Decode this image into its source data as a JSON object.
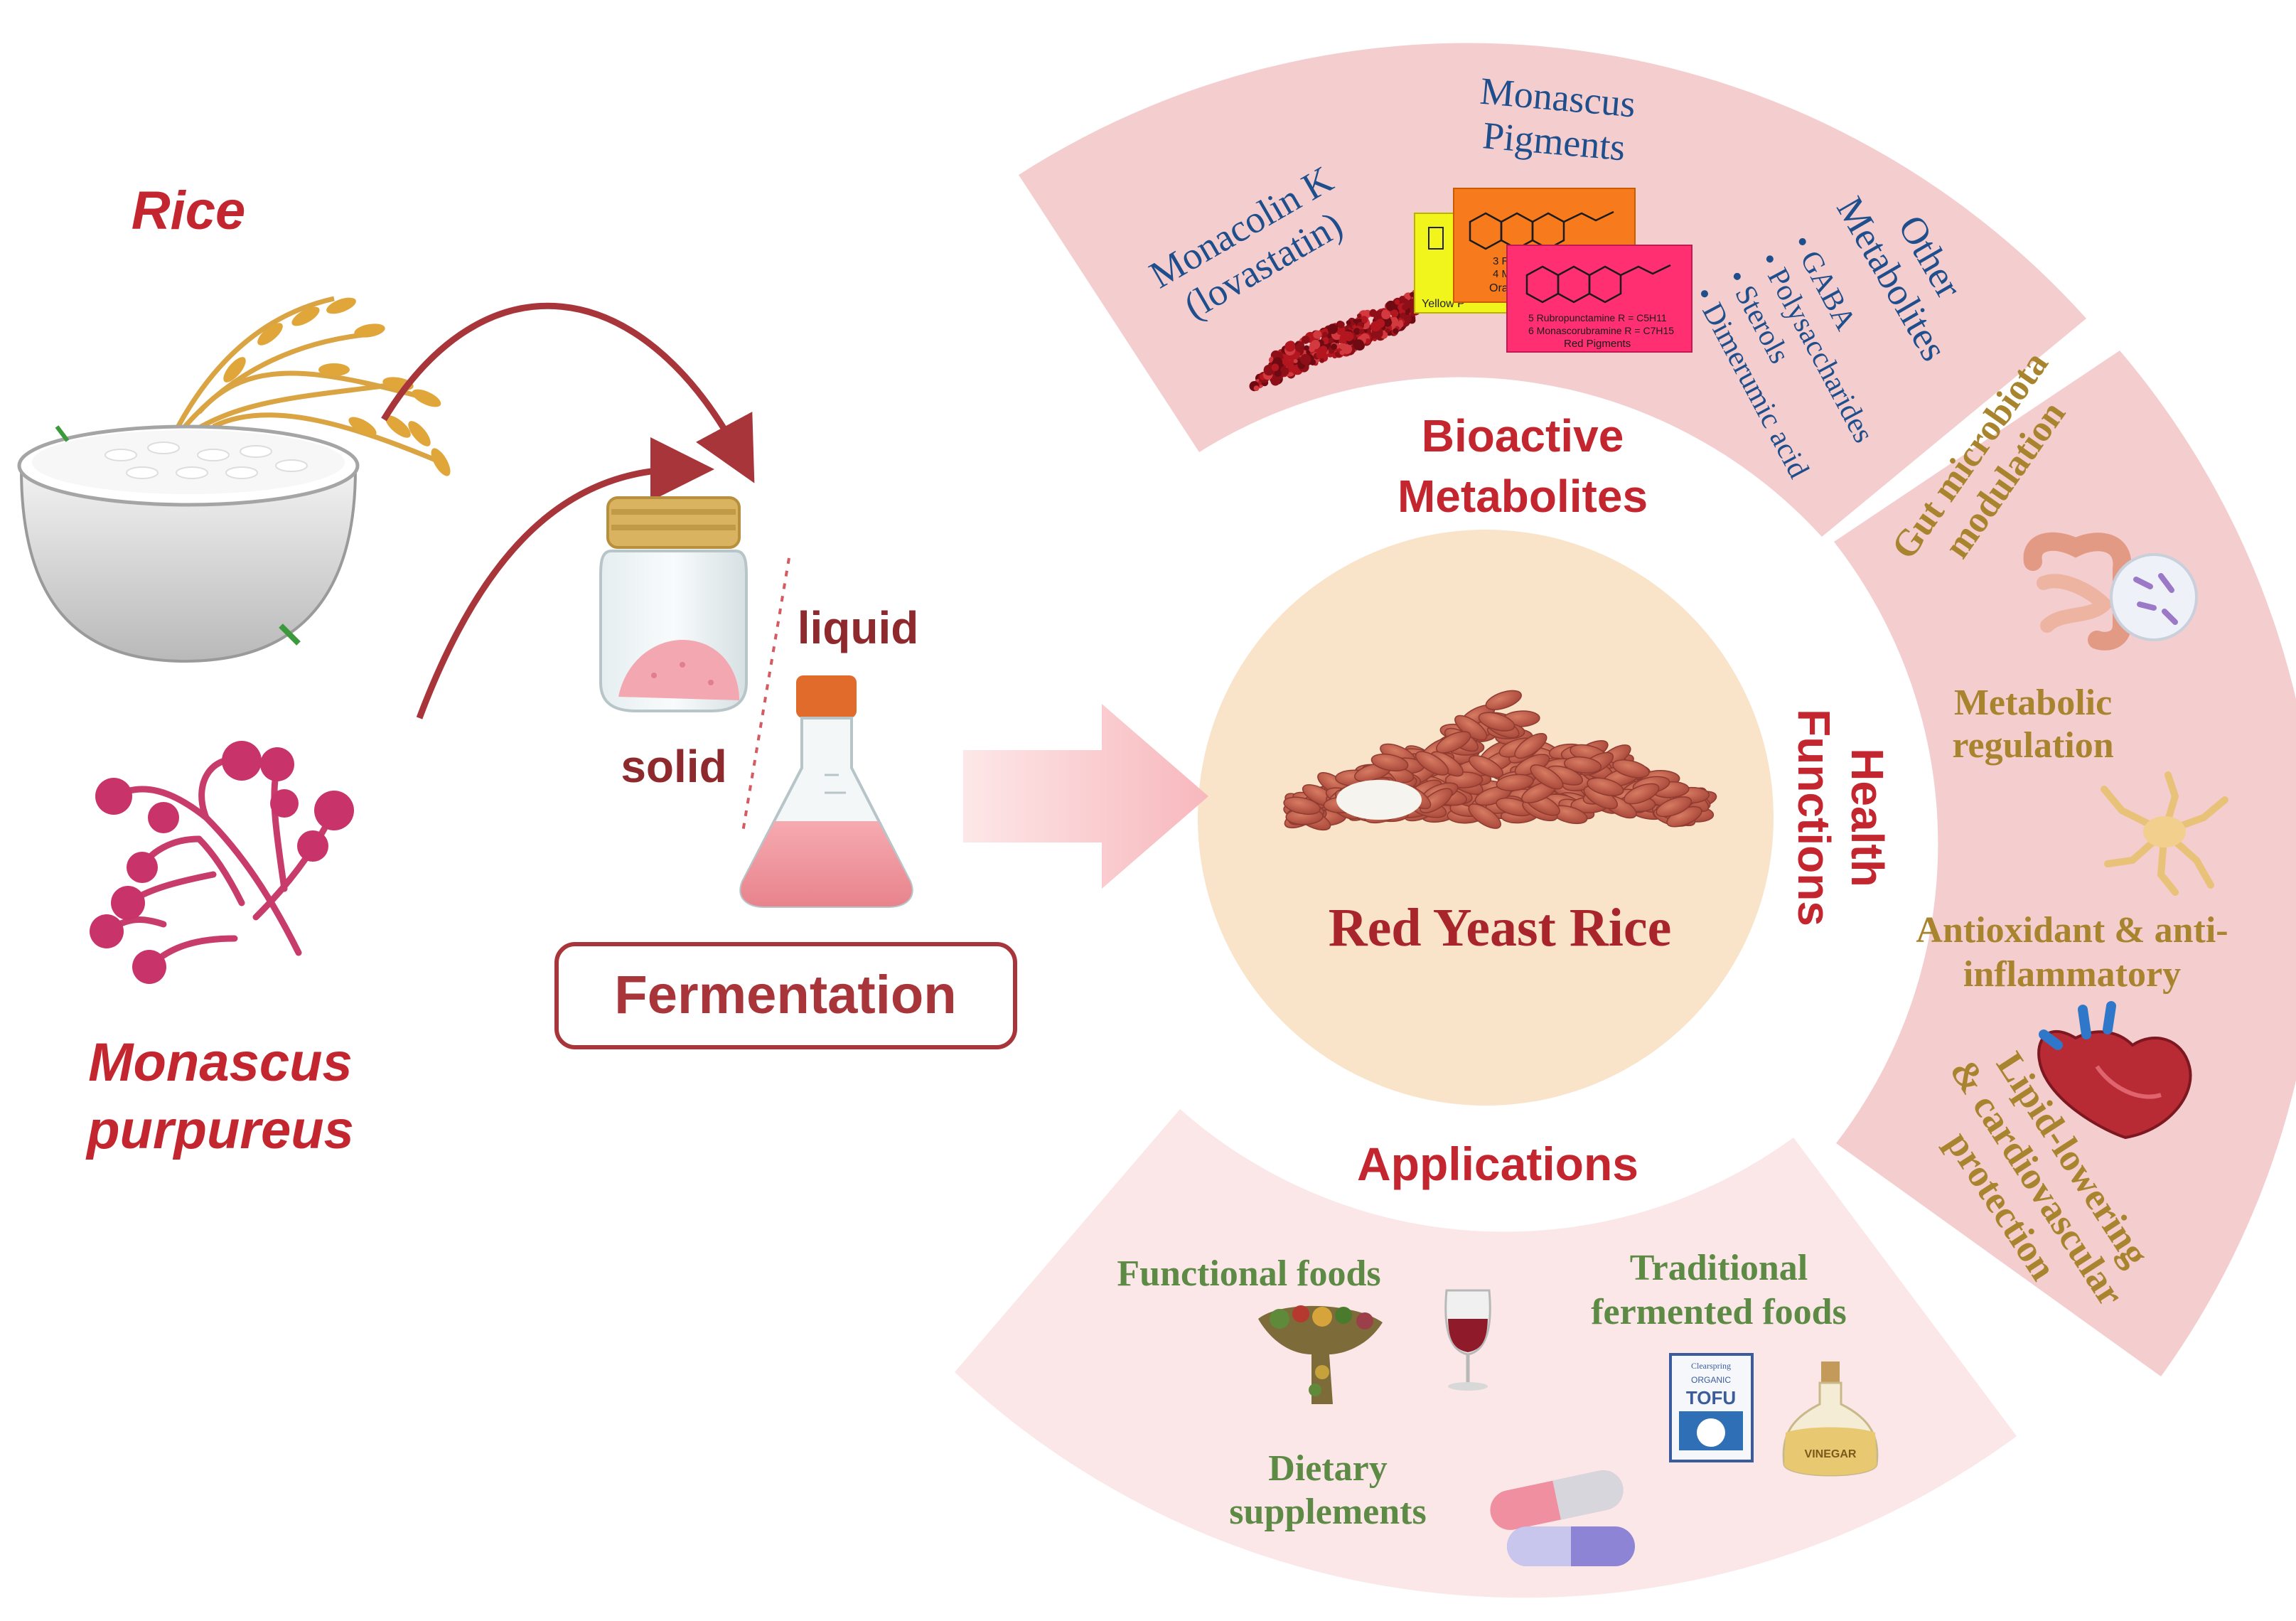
{
  "left": {
    "rice_label": "Rice",
    "monascus_label_line1": "Monascus",
    "monascus_label_line2": "purpureus",
    "liquid_label": "liquid",
    "solid_label": "solid",
    "fermentation_label": "Fermentation"
  },
  "center": {
    "title": "Red Yeast Rice"
  },
  "bioactive": {
    "heading_line1": "Bioactive",
    "heading_line2": "Metabolites",
    "monacolin_line1": "Monacolin K",
    "monacolin_line2": "(lovastatin)",
    "pigments_line1": "Monascus",
    "pigments_line2": "Pigments",
    "other_line1": "Other",
    "other_line2": "Metabolites",
    "other_items": [
      "GABA",
      "Polysaccharides",
      "Sterols",
      "Dimerumic acid"
    ],
    "card_yellow": "Yellow P",
    "card_orange": "Ora",
    "card_red": "Red Pigments",
    "card_red_row1": "5 Rubropunctamine   R = C5H11",
    "card_red_row2": "6 Monascorubramine   R = C7H15",
    "card_orange_row1": "3 R",
    "card_orange_row2": "4 M"
  },
  "health": {
    "heading_line1": "Health",
    "heading_line2": "Functions",
    "gut_line1": "Gut microbiota",
    "gut_line2": "modulation",
    "metabolic_line1": "Metabolic",
    "metabolic_line2": "regulation",
    "antiox_line1": "Antioxidant & anti-",
    "antiox_line2": "inflammatory",
    "lipid_line1": "Lipid-lowering",
    "lipid_line2": "& cardiovascular",
    "lipid_line3": "protection"
  },
  "applications": {
    "heading": "Applications",
    "functional": "Functional foods",
    "traditional_line1": "Traditional",
    "traditional_line2": "fermented foods",
    "dietary_line1": "Dietary",
    "dietary_line2": "supplements",
    "tofu_brand": "Clearspring",
    "tofu_organic": "ORGANIC",
    "tofu_word": "TOFU",
    "vinegar_word": "VINEGAR"
  },
  "colors": {
    "dark_red": "#a8252b",
    "crimson": "#c3262e",
    "blue_text": "#1e4f8c",
    "gold_text": "#a9842e",
    "green_text": "#5d8a44",
    "band_pink": "#f4cdcf",
    "light_pink": "#fbe7e8",
    "center_circle": "#f9e3c9"
  }
}
